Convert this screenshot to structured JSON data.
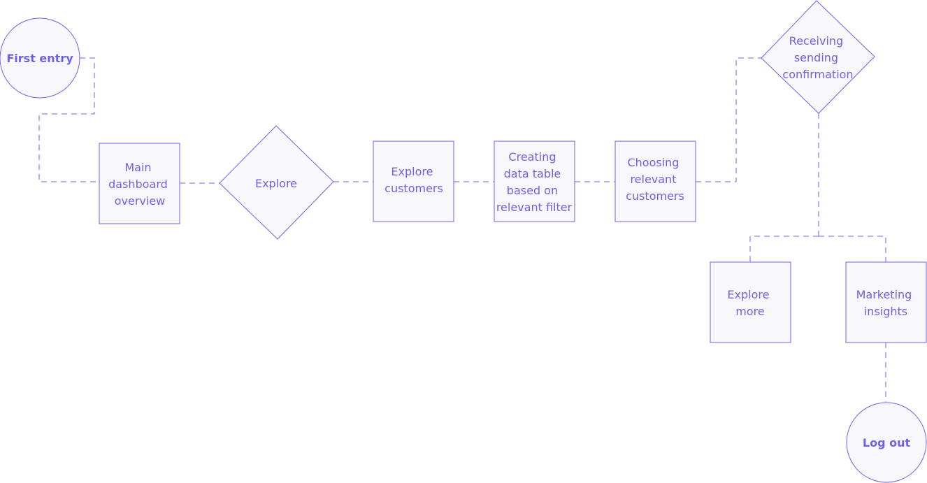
{
  "colors": {
    "stroke": "#6f63e8",
    "fill": "#f8f7fc",
    "text": "#6e62e6"
  },
  "nodes": {
    "first_entry": {
      "shape": "circle",
      "lines": [
        "First entry"
      ]
    },
    "main_dashboard": {
      "shape": "rect",
      "lines": [
        "Main",
        "dashboard",
        "overview"
      ]
    },
    "explore": {
      "shape": "diamond",
      "lines": [
        "Explore"
      ]
    },
    "explore_customers": {
      "shape": "rect",
      "lines": [
        "Explore",
        "customers"
      ]
    },
    "creating_table": {
      "shape": "rect",
      "lines": [
        "Creating",
        "data table",
        "based on",
        "relevant filter"
      ]
    },
    "choosing_customers": {
      "shape": "rect",
      "lines": [
        "Choosing",
        "relevant",
        "customers"
      ]
    },
    "receiving_confirmation": {
      "shape": "diamond",
      "lines": [
        "Receiving",
        "sending",
        "confirmation"
      ]
    },
    "explore_more": {
      "shape": "rect",
      "lines": [
        "Explore",
        "more"
      ]
    },
    "marketing_insights": {
      "shape": "rect",
      "lines": [
        "Marketing",
        "insights"
      ]
    },
    "log_out": {
      "shape": "circle",
      "lines": [
        "Log out"
      ]
    }
  },
  "edges": [
    {
      "from": "first_entry",
      "to": "main_dashboard"
    },
    {
      "from": "main_dashboard",
      "to": "explore"
    },
    {
      "from": "explore",
      "to": "explore_customers"
    },
    {
      "from": "explore_customers",
      "to": "creating_table"
    },
    {
      "from": "creating_table",
      "to": "choosing_customers"
    },
    {
      "from": "choosing_customers",
      "to": "receiving_confirmation"
    },
    {
      "from": "receiving_confirmation",
      "to": "explore_more"
    },
    {
      "from": "receiving_confirmation",
      "to": "marketing_insights"
    },
    {
      "from": "marketing_insights",
      "to": "log_out"
    }
  ]
}
